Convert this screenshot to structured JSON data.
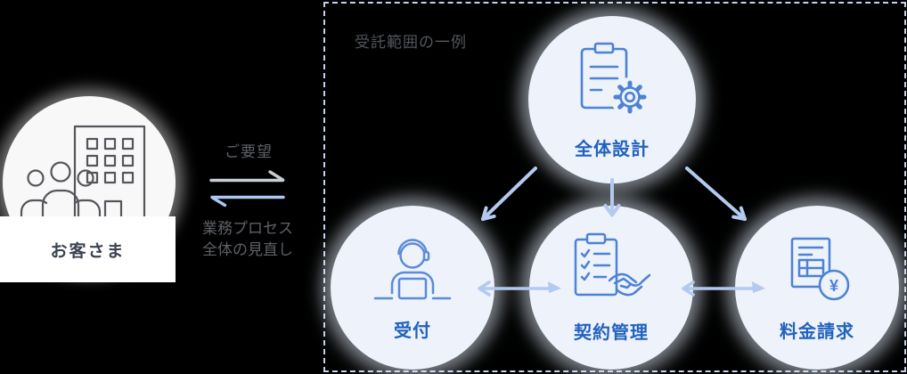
{
  "customer": {
    "label": "お客さま",
    "icon": "building-people-icon"
  },
  "exchange": {
    "request_label": "ご要望",
    "review_label_line1": "業務プロセス",
    "review_label_line2": "全体の見直し",
    "request_arrow_color": "#c9cdd4",
    "review_arrow_color": "#aac7f2"
  },
  "scope": {
    "title": "受託範囲の一例",
    "border_color": "#c3d2ee",
    "nodes": [
      {
        "id": "overall-design",
        "label": "全体設計",
        "icon": "clipboard-gear-icon"
      },
      {
        "id": "reception",
        "label": "受付",
        "icon": "headset-operator-icon"
      },
      {
        "id": "contract-management",
        "label": "契約管理",
        "icon": "checklist-handshake-icon"
      },
      {
        "id": "billing",
        "label": "料金請求",
        "icon": "invoice-yen-icon"
      }
    ],
    "yen_symbol": "¥",
    "node_label_color": "#2262be",
    "icon_stroke_color": "#4d82d4",
    "connector_arrow_color": "#b3c9f0",
    "circle_fill": "#edf2fb"
  }
}
